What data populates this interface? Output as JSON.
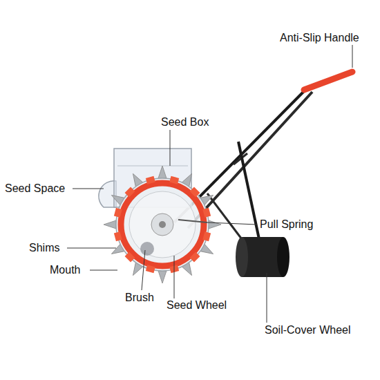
{
  "diagram": {
    "labels": [
      "Anti-Slip Handle",
      "Seed Box",
      "Seed Space",
      "Pull Spring",
      "Shims",
      "Mouth",
      "Brush",
      "Seed Wheel",
      "Soil-Cover Wheel"
    ]
  }
}
